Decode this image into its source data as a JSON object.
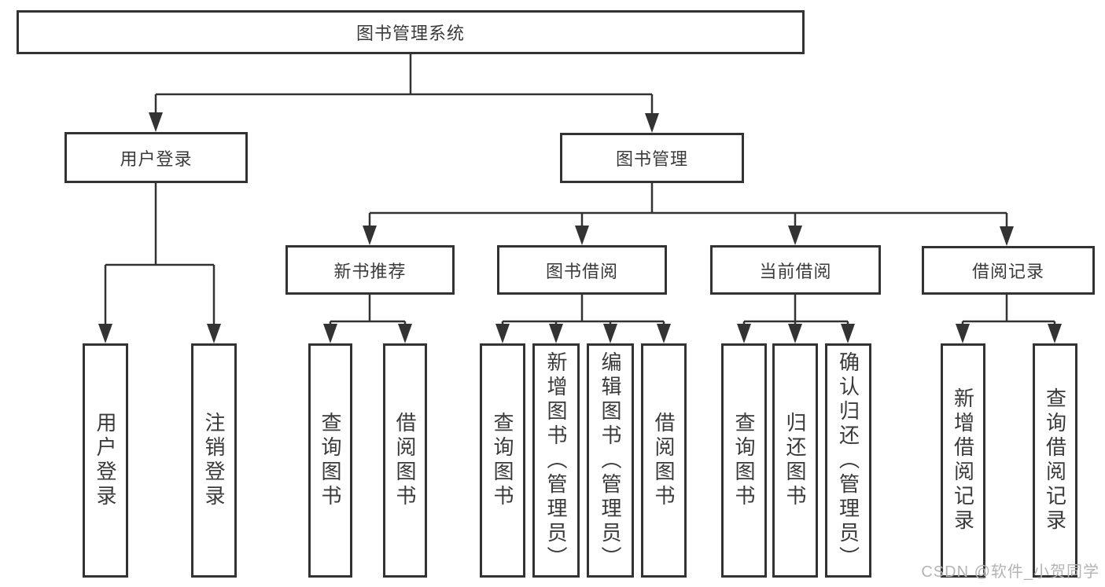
{
  "tree": {
    "root": {
      "label": "图书管理系统"
    },
    "branches": [
      {
        "label": "用户登录",
        "children": [
          {
            "label": "用户登录"
          },
          {
            "label": "注销登录"
          }
        ]
      },
      {
        "label": "图书管理",
        "children": [
          {
            "label": "新书推荐",
            "children": [
              {
                "label": "查询图书"
              },
              {
                "label": "借阅图书"
              }
            ]
          },
          {
            "label": "图书借阅",
            "children": [
              {
                "label": "查询图书"
              },
              {
                "label": "新增图书（管理员）"
              },
              {
                "label": "编辑图书（管理员）"
              },
              {
                "label": "借阅图书"
              }
            ]
          },
          {
            "label": "当前借阅",
            "children": [
              {
                "label": "查询图书"
              },
              {
                "label": "归还图书"
              },
              {
                "label": "确认归还（管理员）"
              }
            ]
          },
          {
            "label": "借阅记录",
            "children": [
              {
                "label": "新增借阅记录"
              },
              {
                "label": "查询借阅记录"
              }
            ]
          }
        ]
      }
    ]
  },
  "watermark": {
    "text": "CSDN @软件_小贺同学"
  },
  "colors": {
    "line": "#333333",
    "box_border": "#333333",
    "text": "#3a3a3a",
    "background": "#ffffff",
    "watermark": "#b4b4b4"
  }
}
